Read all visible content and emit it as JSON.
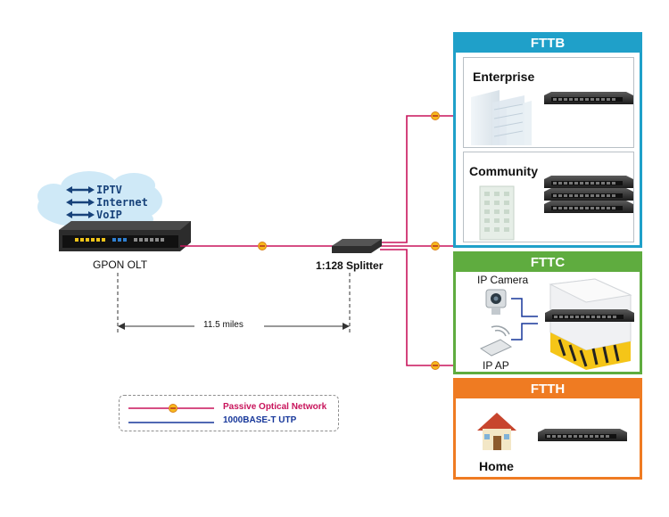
{
  "colors": {
    "pon_line": "#c8145b",
    "utp_line": "#17379a",
    "fttb": "#1fa0c9",
    "fttc": "#5fac3f",
    "ftth": "#ef7b22",
    "cloud": "#cfe9f7",
    "arrow_blue": "#17427a"
  },
  "cloud": {
    "items": [
      "IPTV",
      "Internet",
      "VoIP"
    ]
  },
  "devices": {
    "olt_label": "GPON OLT",
    "splitter_label": "1:128 Splitter",
    "distance_label": "11.5 miles"
  },
  "panels": {
    "fttb": {
      "title": "FTTB",
      "enterprise": "Enterprise",
      "community": "Community"
    },
    "fttc": {
      "title": "FTTC",
      "ip_camera": "IP Camera",
      "ip_ap": "IP AP"
    },
    "ftth": {
      "title": "FTTH",
      "home": "Home"
    }
  },
  "legend": {
    "pon": "Passive Optical Network",
    "utp": "1000BASE-T UTP"
  },
  "icons": [
    "cloud-icon",
    "olt-switch-icon",
    "splitter-icon",
    "ont-connector-icon",
    "office-building-icon",
    "apartment-building-icon",
    "ip-camera-icon",
    "access-point-icon",
    "house-icon",
    "switch-icon",
    "cabinet-icon"
  ]
}
